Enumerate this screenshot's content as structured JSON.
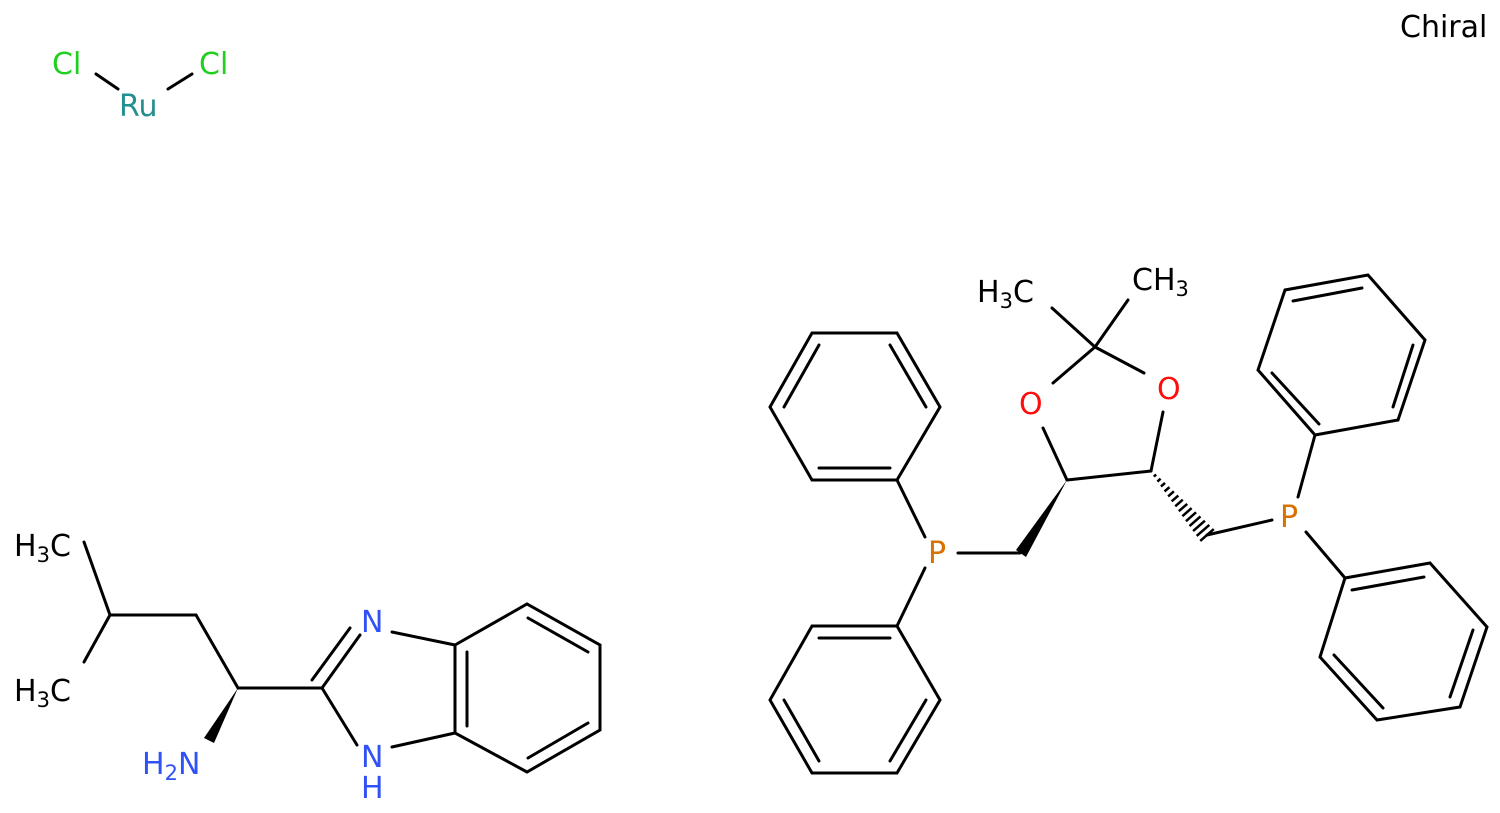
{
  "chiral_label": "Chiral",
  "atoms": {
    "cl": "Cl",
    "ru": "Ru",
    "n": "N",
    "nh_n": "N",
    "nh_h": "H",
    "h2n_h": "H",
    "h2n_2": "2",
    "h2n_n": "N",
    "o": "O",
    "p": "P",
    "h": "H",
    "c": "C",
    "three": "3"
  },
  "colors": {
    "cl": "#1fd01f",
    "ru": "#248f8f",
    "n": "#3050f8",
    "o": "#ff0d0d",
    "p": "#d97000",
    "bond": "#000000"
  }
}
